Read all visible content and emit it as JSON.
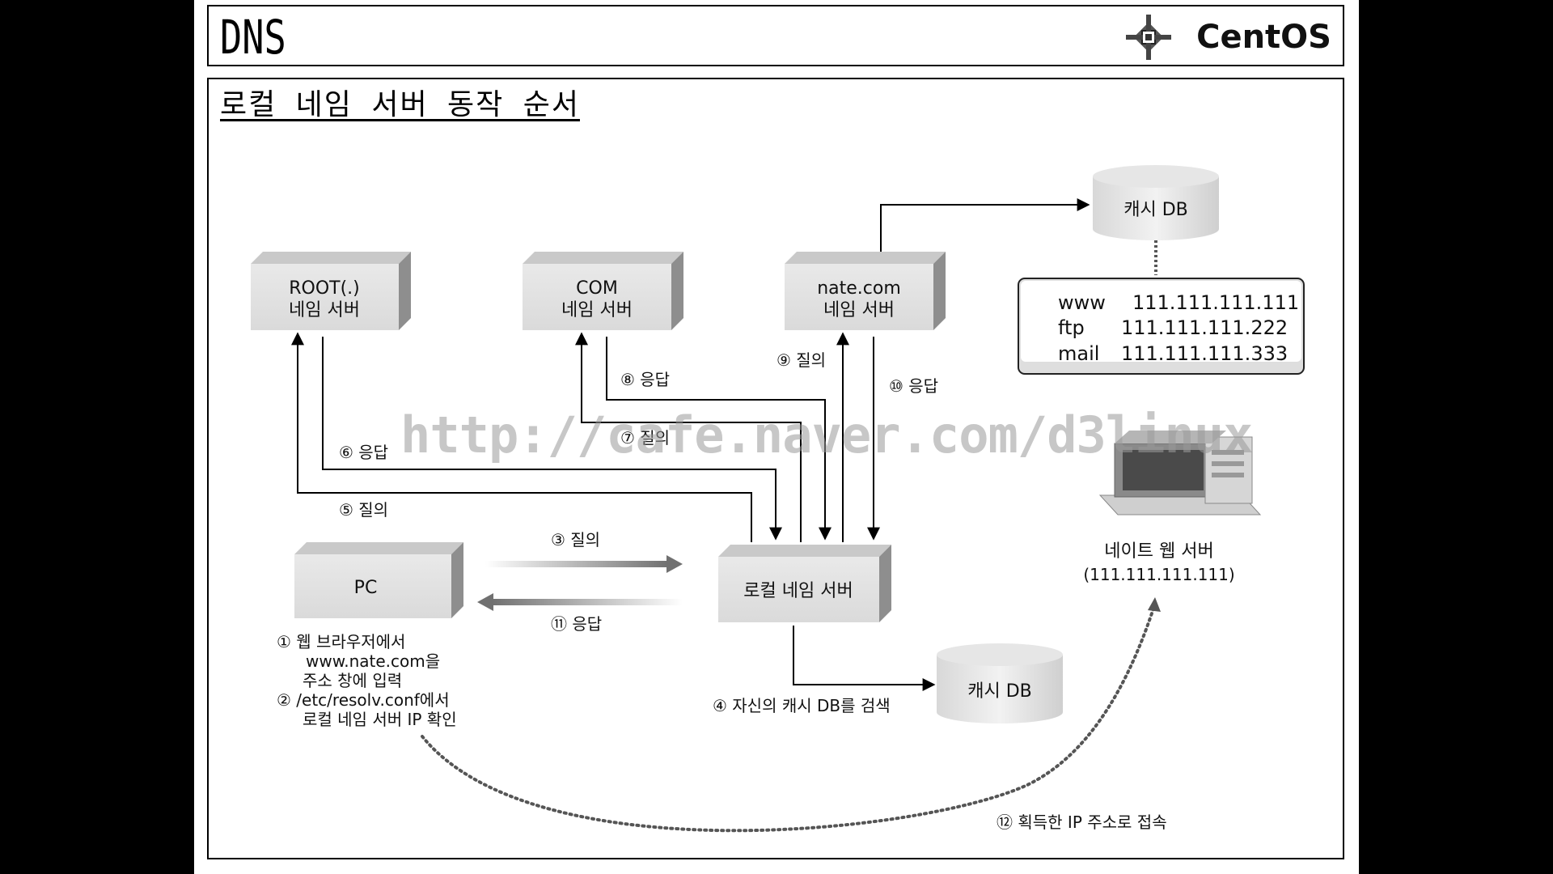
{
  "header": {
    "title": "DNS",
    "logo_text": "CentOS",
    "logo_icon": "centos-logo-icon"
  },
  "section_title": "로컬 네임 서버 동작 순서",
  "watermark": "http://cafe.naver.com/d3linux",
  "diagram": {
    "nodes": {
      "root": [
        "ROOT(.)",
        "네임 서버"
      ],
      "com": [
        "COM",
        "네임 서버"
      ],
      "nate": [
        "nate.com",
        "네임 서버"
      ],
      "pc": [
        "PC"
      ],
      "local": [
        "로컬 네임 서버"
      ],
      "cache_top": "캐시 DB",
      "cache_bottom": "캐시 DB",
      "web_server": [
        "네이트 웹 서버",
        "(111.111.111.111)"
      ]
    },
    "records": [
      {
        "name": "www",
        "ip": "111.111.111.111"
      },
      {
        "name": "ftp",
        "ip": "111.111.111.222"
      },
      {
        "name": "mail",
        "ip": "111.111.111.333"
      }
    ],
    "steps": {
      "s1_lines": [
        "① 웹 브라우저에서",
        "www.nate.com을",
        "주소 창에 입력"
      ],
      "s2_lines": [
        "② /etc/resolv.conf에서",
        "로컬 네임 서버 IP 확인"
      ],
      "s3": "③ 질의",
      "s4": "④ 자신의 캐시 DB를 검색",
      "s5": "⑤ 질의",
      "s6": "⑥ 응답",
      "s7": "⑦ 질의",
      "s8": "⑧ 응답",
      "s9": "⑨ 질의",
      "s10": "⑩ 응답",
      "s11": "⑪ 응답",
      "s12": "⑫ 획득한 IP 주소로 접속"
    }
  }
}
